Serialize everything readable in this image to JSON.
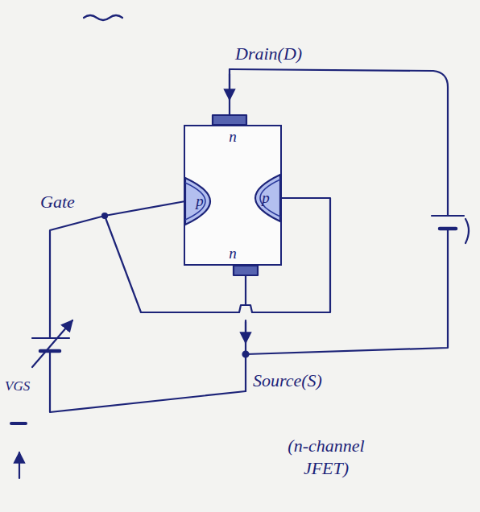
{
  "diagram": {
    "caption": "(n-channel JFET)",
    "nodes": [
      {
        "text": [
          "n",
          "n"
        ]
      },
      {
        "text": [
          "p"
        ],
        "in": 0
      },
      {
        "text": [
          "p"
        ],
        "in": 0
      }
    ],
    "edges": [
      {
        "from": 1,
        "to": 2,
        "arrow": "none"
      }
    ],
    "labels": [
      "Drain(D)",
      "Gate",
      "VGS",
      "Source(S)"
    ]
  }
}
